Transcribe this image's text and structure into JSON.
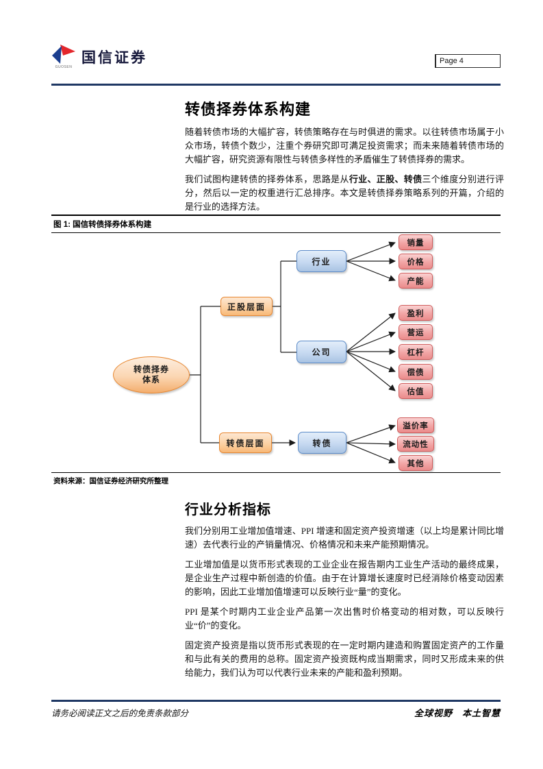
{
  "header": {
    "logo_text": "国信证券",
    "logo_sub": "GUOSEN",
    "page_label": "Page  4"
  },
  "section1": {
    "title": "转债择券体系构建",
    "p1": "随着转债市场的大幅扩容，转债策略存在与时俱进的需求。以往转债市场属于小众市场，转债个数少，注重个券研究即可满足投资需求；而未来随着转债市场的大幅扩容，研究资源有限性与转债多样性的矛盾催生了转债择券的需求。",
    "p2_pre": "我们试图构建转债的择券体系，思路是从",
    "p2_bold": "行业、正股、转债",
    "p2_post": "三个维度分别进行评分，然后以一定的权重进行汇总排序。本文是转债择券策略系列的开篇，介绍的是行业的选择方法。"
  },
  "figure": {
    "caption": "图 1: 国信转债择券体系构建",
    "source": "资料来源：国信证券经济研究所整理",
    "root_line1": "转债择券",
    "root_line2": "体系",
    "level1": "正股层面",
    "level2": "转债层面",
    "blue": [
      "行业",
      "公司",
      "转债"
    ],
    "red": [
      "销量",
      "价格",
      "产能",
      "盈利",
      "营运",
      "杠杆",
      "偿债",
      "估值",
      "溢价率",
      "流动性",
      "其他"
    ]
  },
  "section2": {
    "title": "行业分析指标",
    "p1": "我们分别用工业增加值增速、PPI 增速和固定资产投资增速（以上均是累计同比增速）去代表行业的产销量情况、价格情况和未来产能预期情况。",
    "p2": "工业增加值是以货币形式表现的工业企业在报告期内工业生产活动的最终成果，是企业生产过程中新创造的价值。由于在计算增长速度时已经消除价格变动因素的影响，因此工业增加值增速可以反映行业“量”的变化。",
    "p3": "PPI 是某个时期内工业企业产品第一次出售时价格变动的相对数，可以反映行业“价”的变化。",
    "p4": "固定资产投资是指以货币形式表现的在一定时期内建造和购置固定资产的工作量和与此有关的费用的总称。固定资产投资既构成当期需求，同时又形成未来的供给能力，我们认为可以代表行业未来的产能和盈利预期。"
  },
  "footer": {
    "left": "请务必阅读正文之后的免责条款部分",
    "right": "全球视野　本土智慧"
  },
  "colors": {
    "rule_navy": "#1f3864",
    "orange_fill": "#fbd6b2",
    "orange_border": "#e8862e",
    "blue_fill": "#c6d9f1",
    "blue_border": "#5b8bc9",
    "red_fill": "#f2a5a5",
    "red_border": "#cf5b5b",
    "logo_red": "#e3262b",
    "logo_blue": "#1b3e8f"
  }
}
